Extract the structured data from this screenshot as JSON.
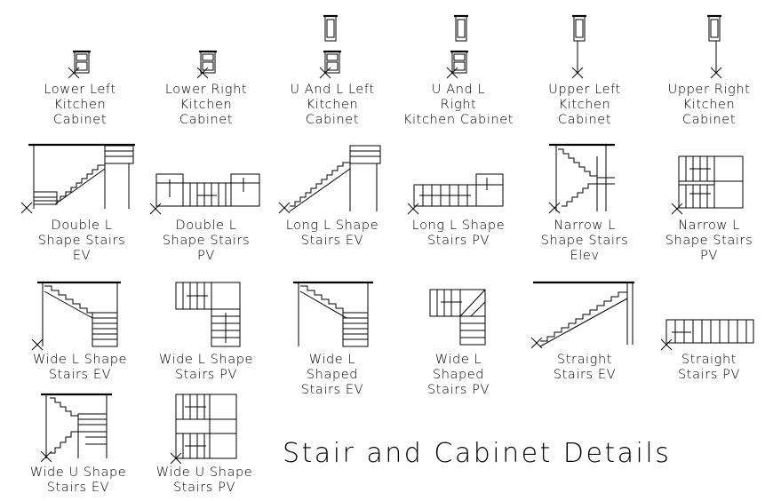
{
  "title": "Stair and Cabinet Details",
  "blocks": [
    {
      "id": "lower-left-kitchen-cabinet",
      "lines": [
        "Lower Left",
        "Kitchen",
        "Cabinet"
      ]
    },
    {
      "id": "lower-right-kitchen-cabinet",
      "lines": [
        "Lower Right",
        "Kitchen",
        "Cabinet"
      ]
    },
    {
      "id": "u-and-l-left-kitchen-cabinet",
      "lines": [
        "U And L Left",
        "Kitchen",
        "Cabinet"
      ]
    },
    {
      "id": "u-and-l-right-kitchen-cabinet",
      "lines": [
        "U And L",
        "Right",
        "Kitchen Cabinet"
      ]
    },
    {
      "id": "upper-left-kitchen-cabinet",
      "lines": [
        "Upper Left",
        "Kitchen",
        "Cabinet"
      ]
    },
    {
      "id": "upper-right-kitchen-cabinet",
      "lines": [
        "Upper Right",
        "Kitchen",
        "Cabinet"
      ]
    },
    {
      "id": "double-l-shape-stairs-ev",
      "lines": [
        "Double L",
        "Shape Stairs",
        "EV"
      ]
    },
    {
      "id": "double-l-shape-stairs-pv",
      "lines": [
        "Double L",
        "Shape Stairs",
        "PV"
      ]
    },
    {
      "id": "long-l-shape-stairs-ev",
      "lines": [
        "Long L Shape",
        "Stairs EV"
      ]
    },
    {
      "id": "long-l-shape-stairs-pv",
      "lines": [
        "Long L Shape",
        "Stairs PV"
      ]
    },
    {
      "id": "narrow-l-shape-stairs-elev",
      "lines": [
        "Narrow L",
        "Shape Stairs",
        "Elev"
      ]
    },
    {
      "id": "narrow-l-shape-stairs-pv",
      "lines": [
        "Narrow L",
        "Shape Stairs",
        "PV"
      ]
    },
    {
      "id": "wide-l-shape-stairs-ev",
      "lines": [
        "Wide L Shape",
        "Stairs EV"
      ]
    },
    {
      "id": "wide-l-shape-stairs-pv",
      "lines": [
        "Wide L Shape",
        "Stairs PV"
      ]
    },
    {
      "id": "wide-l-shaped-stairs-ev",
      "lines": [
        "Wide L",
        "Shaped",
        "Stairs EV"
      ]
    },
    {
      "id": "wide-l-shaped-stairs-pv",
      "lines": [
        "Wide L",
        "Shaped",
        "Stairs PV"
      ]
    },
    {
      "id": "straight-stairs-ev",
      "lines": [
        "Straight",
        "Stairs EV"
      ]
    },
    {
      "id": "straight-stairs-pv",
      "lines": [
        "Straight",
        "Stairs PV"
      ]
    },
    {
      "id": "wide-u-shape-stairs-ev",
      "lines": [
        "Wide U Shape",
        "Stairs EV"
      ]
    },
    {
      "id": "wide-u-shape-stairs-pv",
      "lines": [
        "Wide U Shape",
        "Stairs PV"
      ]
    }
  ]
}
